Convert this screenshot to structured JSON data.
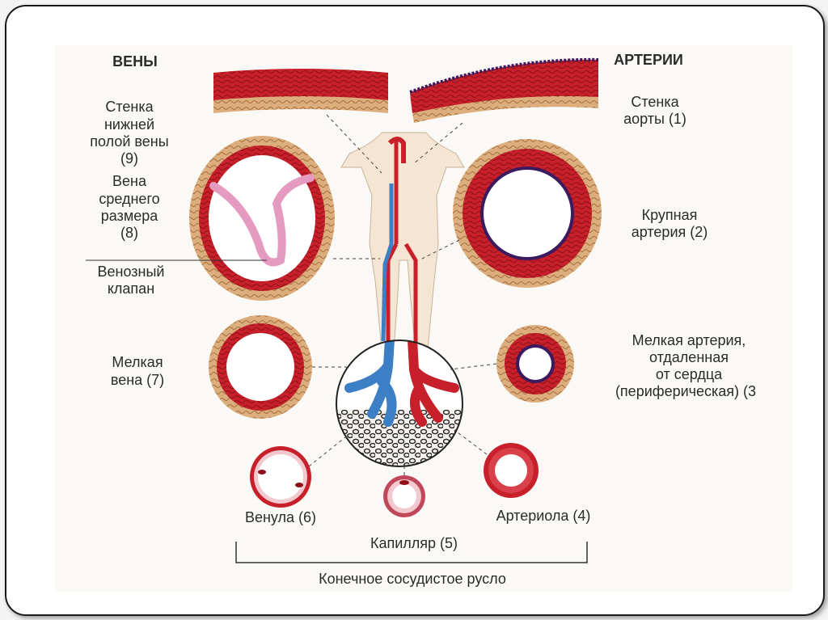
{
  "headers": {
    "veins": "ВЕНЫ",
    "arteries": "АРТЕРИИ"
  },
  "labels": {
    "vena_cava_wall": [
      "Стенка",
      "нижней",
      "полой вены",
      "(9)"
    ],
    "medium_vein": [
      "Вена",
      "среднего",
      "размера",
      "(8)"
    ],
    "venous_valve": [
      "Венозный",
      "клапан"
    ],
    "small_vein": [
      "Мелкая",
      "вена (7)"
    ],
    "aorta_wall": [
      "Стенка",
      "аорты (1)"
    ],
    "large_artery": [
      "Крупная",
      "артерия (2)"
    ],
    "small_artery": [
      "Мелкая артерия,",
      "отдаленная",
      "от сердца",
      "(периферическая) (3"
    ],
    "venule": "Венула (6)",
    "arteriole": "Артериола (4)",
    "capillary": "Капилляр (5)",
    "terminal_bed": "Конечное сосудистое русло"
  },
  "colors": {
    "vessel_red": "#c8202a",
    "vessel_dark_red": "#8e1118",
    "adventitia": "#d8a878",
    "vein_blue": "#3d7fc4",
    "valve_pink": "#e59ac0",
    "skin": "#f5e6d3"
  }
}
